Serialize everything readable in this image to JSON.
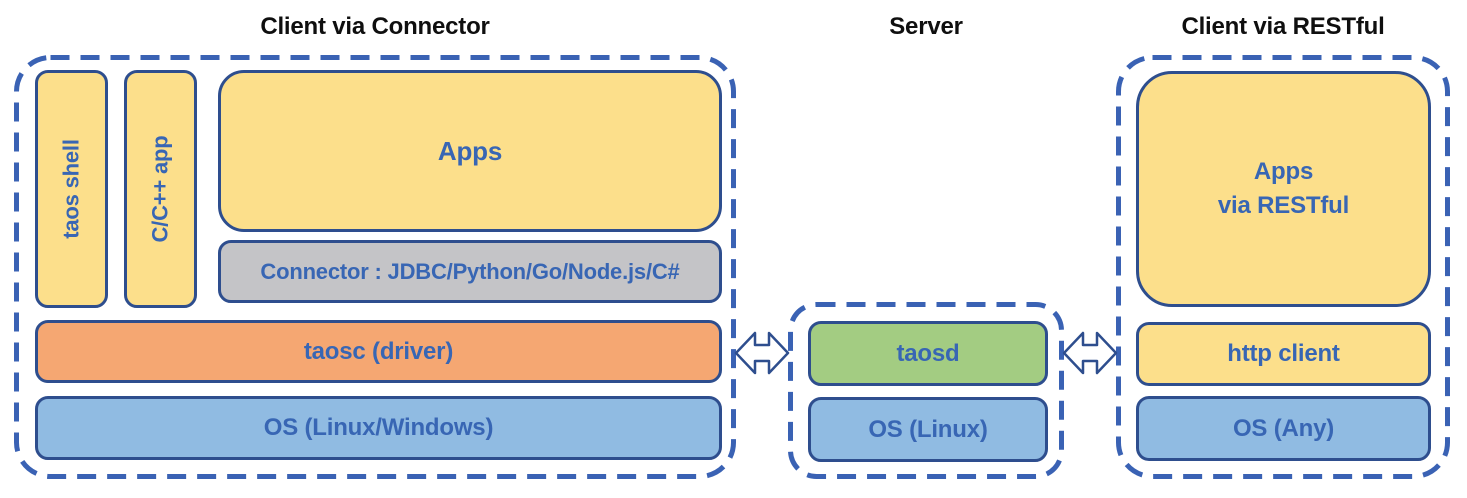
{
  "sections": [
    {
      "title": "Client via Connector",
      "boxes": [
        {
          "label": "taos shell"
        },
        {
          "label": "C/C++ app"
        },
        {
          "label": "Apps"
        },
        {
          "label": "Connector : JDBC/Python/Go/Node.js/C#"
        },
        {
          "label": "taosc (driver)"
        },
        {
          "label": "OS (Linux/Windows)"
        }
      ]
    },
    {
      "title": "Server",
      "boxes": [
        {
          "label": "taosd"
        },
        {
          "label": "OS (Linux)"
        }
      ]
    },
    {
      "title": "Client via RESTful",
      "boxes": [
        {
          "label": "Apps\nvia RESTful"
        },
        {
          "label": "http client"
        },
        {
          "label": "OS (Any)"
        }
      ]
    }
  ],
  "connections": [
    {
      "from": "taosc (driver)",
      "to": "taosd",
      "type": "bidirectional-arrow"
    },
    {
      "from": "taosd",
      "to": "http client",
      "type": "bidirectional-arrow"
    }
  ],
  "colors": {
    "app_box_fill": "#FCDF8B",
    "connector_box_fill": "#C4C4C7",
    "driver_box_fill": "#F5A772",
    "os_box_fill": "#90BBE2",
    "server_daemon_fill": "#A3CC82",
    "box_border": "#2E4E8E",
    "dashed_border": "#3A62B4",
    "label_text": "#3866B4",
    "title_text": "#0F0F0F"
  }
}
